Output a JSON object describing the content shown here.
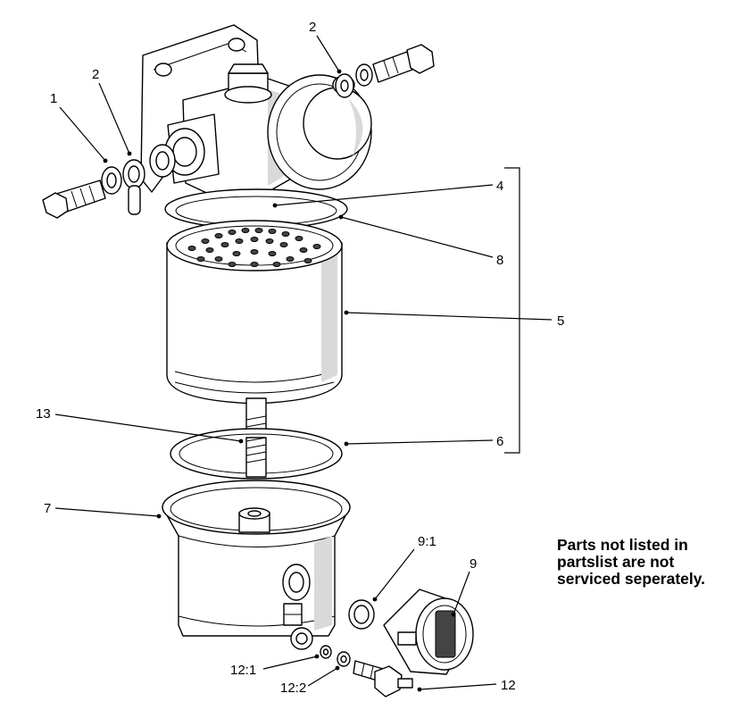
{
  "callouts": {
    "c1": "1",
    "c2a": "2",
    "c2b": "2",
    "c4": "4",
    "c5": "5",
    "c6": "6",
    "c7": "7",
    "c8": "8",
    "c9": "9",
    "c9_1": "9:1",
    "c12": "12",
    "c12_1": "12:1",
    "c12_2": "12:2",
    "c13": "13"
  },
  "note": {
    "line1": "Parts not listed in",
    "line2": "partslist are not",
    "line3": "serviced seperately."
  }
}
